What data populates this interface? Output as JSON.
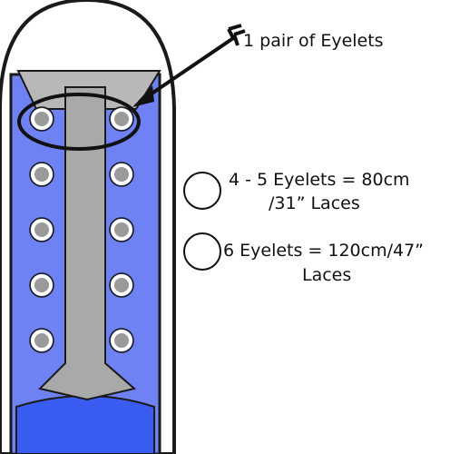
{
  "annotation": {
    "text": "1 pair of Eyelets"
  },
  "options": [
    {
      "line1": "4 - 5 Eyelets = 80cm",
      "line2": "/31” Laces"
    },
    {
      "line1": "6 Eyelets = 120cm/47”",
      "line2": "Laces"
    }
  ],
  "eyelets": {
    "pairs": 5,
    "highlighted_pair": 1
  },
  "colors": {
    "upper": "#6f82f4",
    "toe": "#3b5cf0",
    "tongue": "#a9a9a9",
    "outline": "#1a1a1a",
    "eyelet_fill": "#9a9a9a",
    "eyelet_ring": "#ffffff",
    "text": "#111111"
  },
  "icons": {
    "arrow": "arrow-icon",
    "option_marker": "circle-icon"
  }
}
